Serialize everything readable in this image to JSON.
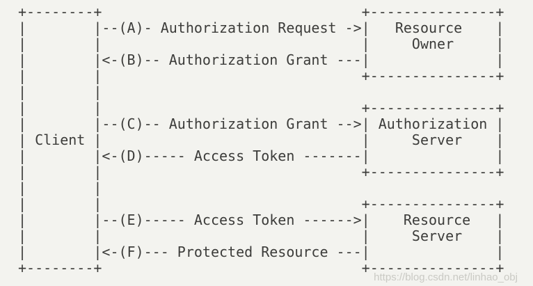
{
  "colors": {
    "background": "#f3f3ef",
    "text": "#3c3c3a",
    "watermark": "#c2c2bc"
  },
  "diagram": {
    "client_label": "Client",
    "boxes": [
      {
        "name": "resource-owner",
        "label_lines": [
          "Resource",
          "Owner"
        ]
      },
      {
        "name": "authorization-server",
        "label_lines": [
          "Authorization",
          "Server"
        ]
      },
      {
        "name": "resource-server",
        "label_lines": [
          "Resource",
          "Server"
        ]
      }
    ],
    "flows": [
      {
        "step": "A",
        "label": "Authorization Request",
        "direction": "right",
        "arrow": "--(A)- Authorization Request ->"
      },
      {
        "step": "B",
        "label": "Authorization Grant",
        "direction": "left",
        "arrow": "<-(B)-- Authorization Grant ---"
      },
      {
        "step": "C",
        "label": "Authorization Grant",
        "direction": "right",
        "arrow": "--(C)-- Authorization Grant -->"
      },
      {
        "step": "D",
        "label": "Access Token",
        "direction": "left",
        "arrow": "<-(D)----- Access Token -------"
      },
      {
        "step": "E",
        "label": "Access Token",
        "direction": "right",
        "arrow": "--(E)----- Access Token ------>"
      },
      {
        "step": "F",
        "label": "Protected Resource",
        "direction": "left",
        "arrow": "<-(F)--- Protected Resource ---"
      }
    ],
    "ascii_lines": [
      "+--------+                               +---------------+",
      "|        |--(A)- Authorization Request ->|   Resource    |",
      "|        |                               |     Owner     |",
      "|        |<-(B)-- Authorization Grant ---|               |",
      "|        |                               +---------------+",
      "|        |",
      "|        |                               +---------------+",
      "|        |--(C)-- Authorization Grant -->| Authorization |",
      "| Client |                               |     Server    |",
      "|        |<-(D)----- Access Token -------|               |",
      "|        |                               +---------------+",
      "|        |",
      "|        |                               +---------------+",
      "|        |--(E)----- Access Token ------>|    Resource   |",
      "|        |                               |     Server    |",
      "|        |<-(F)--- Protected Resource ---|               |",
      "+--------+                               +---------------+"
    ]
  },
  "watermark": {
    "text": "https://blog.csdn.net/linhao_obj"
  }
}
